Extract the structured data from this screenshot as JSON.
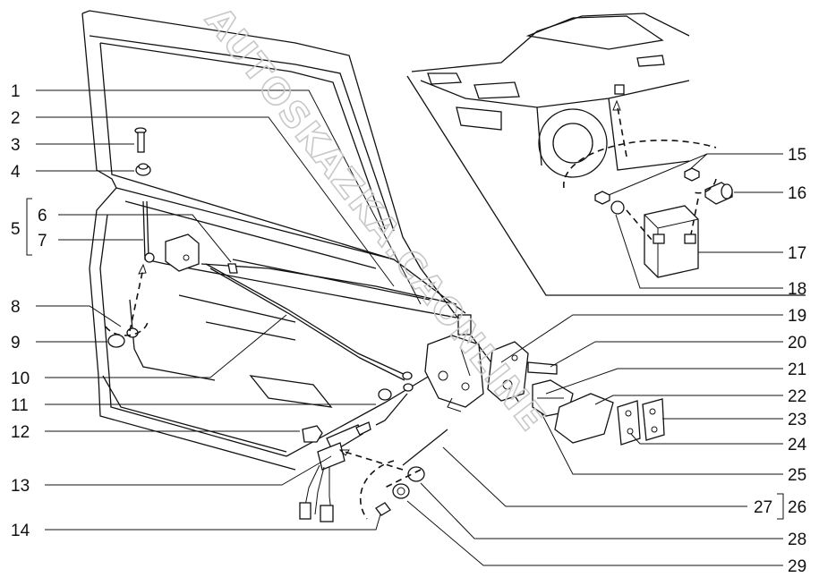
{
  "watermark": "AUTOSKAZKA.CAONLINE",
  "callouts": [
    {
      "id": "c1",
      "label": "1"
    },
    {
      "id": "c2",
      "label": "2"
    },
    {
      "id": "c3",
      "label": "3"
    },
    {
      "id": "c4",
      "label": "4"
    },
    {
      "id": "c5",
      "label": "5"
    },
    {
      "id": "c6",
      "label": "6"
    },
    {
      "id": "c7",
      "label": "7"
    },
    {
      "id": "c8",
      "label": "8"
    },
    {
      "id": "c9",
      "label": "9"
    },
    {
      "id": "c10",
      "label": "10"
    },
    {
      "id": "c11",
      "label": "11"
    },
    {
      "id": "c12",
      "label": "12"
    },
    {
      "id": "c13",
      "label": "13"
    },
    {
      "id": "c14",
      "label": "14"
    },
    {
      "id": "c15",
      "label": "15"
    },
    {
      "id": "c16",
      "label": "16"
    },
    {
      "id": "c17",
      "label": "17"
    },
    {
      "id": "c18",
      "label": "18"
    },
    {
      "id": "c19",
      "label": "19"
    },
    {
      "id": "c20",
      "label": "20"
    },
    {
      "id": "c21",
      "label": "21"
    },
    {
      "id": "c22",
      "label": "22"
    },
    {
      "id": "c23",
      "label": "23"
    },
    {
      "id": "c24",
      "label": "24"
    },
    {
      "id": "c25",
      "label": "25"
    },
    {
      "id": "c26",
      "label": "26"
    },
    {
      "id": "c27",
      "label": "27"
    },
    {
      "id": "c28",
      "label": "28"
    },
    {
      "id": "c29",
      "label": "29"
    }
  ]
}
